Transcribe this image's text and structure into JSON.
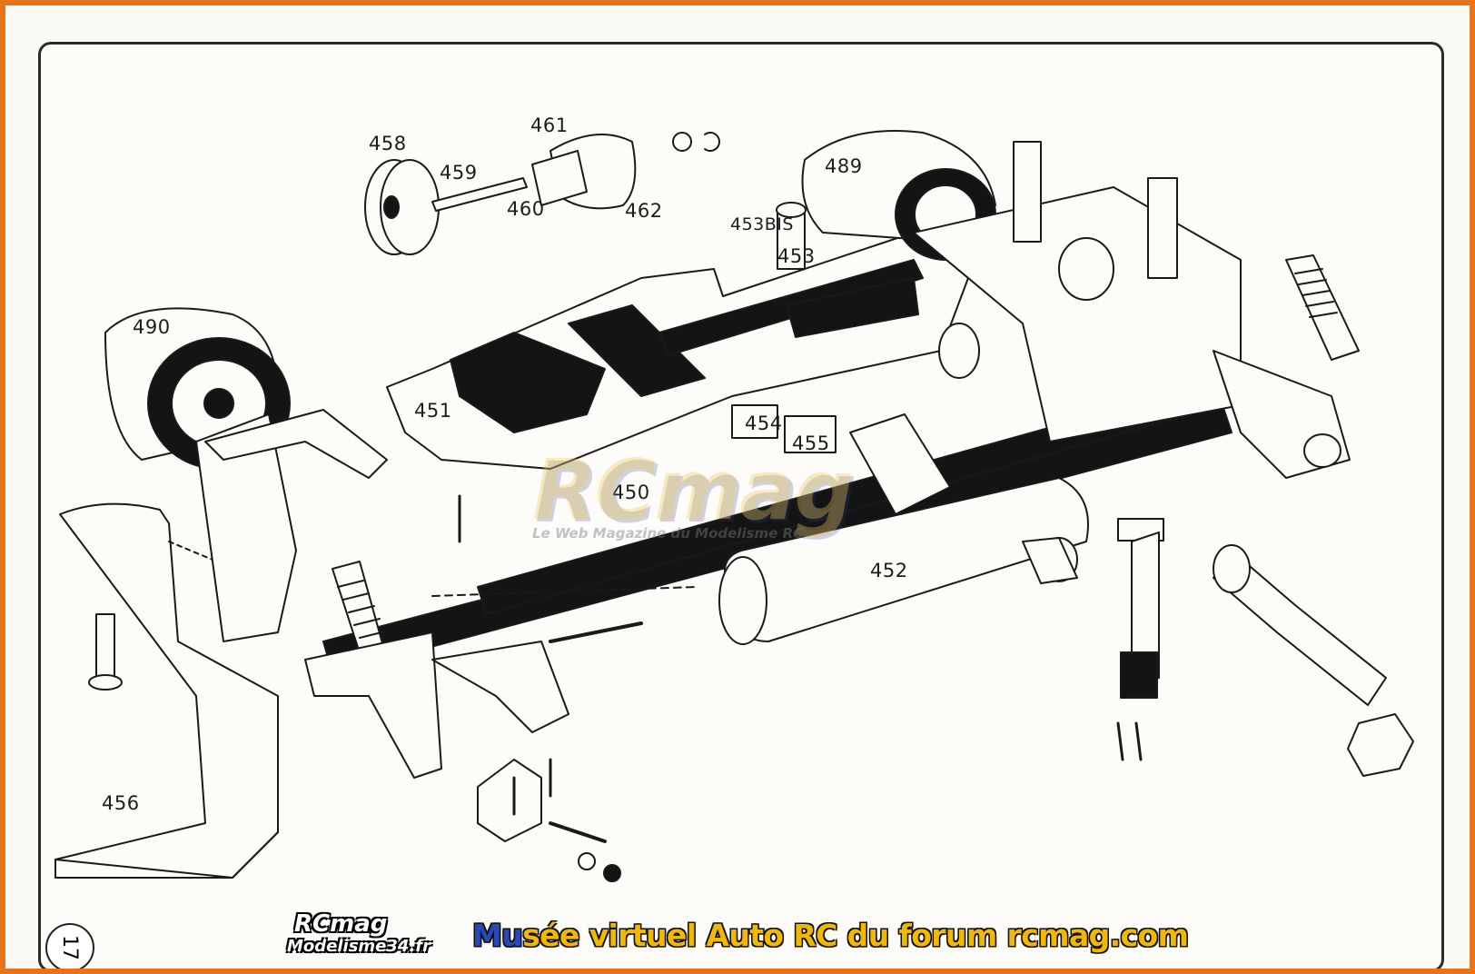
{
  "page_number": "17",
  "part_labels": [
    {
      "id": "458",
      "text": "458"
    },
    {
      "id": "459",
      "text": "459"
    },
    {
      "id": "460",
      "text": "460"
    },
    {
      "id": "461",
      "text": "461"
    },
    {
      "id": "462",
      "text": "462"
    },
    {
      "id": "489",
      "text": "489"
    },
    {
      "id": "453bis",
      "text": "453BIS"
    },
    {
      "id": "453",
      "text": "453"
    },
    {
      "id": "490",
      "text": "490"
    },
    {
      "id": "451",
      "text": "451"
    },
    {
      "id": "454",
      "text": "454"
    },
    {
      "id": "455",
      "text": "455"
    },
    {
      "id": "450",
      "text": "450"
    },
    {
      "id": "452",
      "text": "452"
    },
    {
      "id": "456",
      "text": "456"
    }
  ],
  "watermark": {
    "logo": "RCmag",
    "tagline": "Le Web Magazine du Modelisme RC"
  },
  "branding": {
    "logo_top": "RCmag",
    "logo_bottom": "Modelisme34.fr",
    "banner_highlight": "Mu",
    "banner_text": "sée virtuel Auto RC du forum rcmag.com"
  },
  "colors": {
    "frame_border": "#e8731c",
    "banner_text": "#f2b800",
    "banner_highlight": "#2a47b7"
  }
}
